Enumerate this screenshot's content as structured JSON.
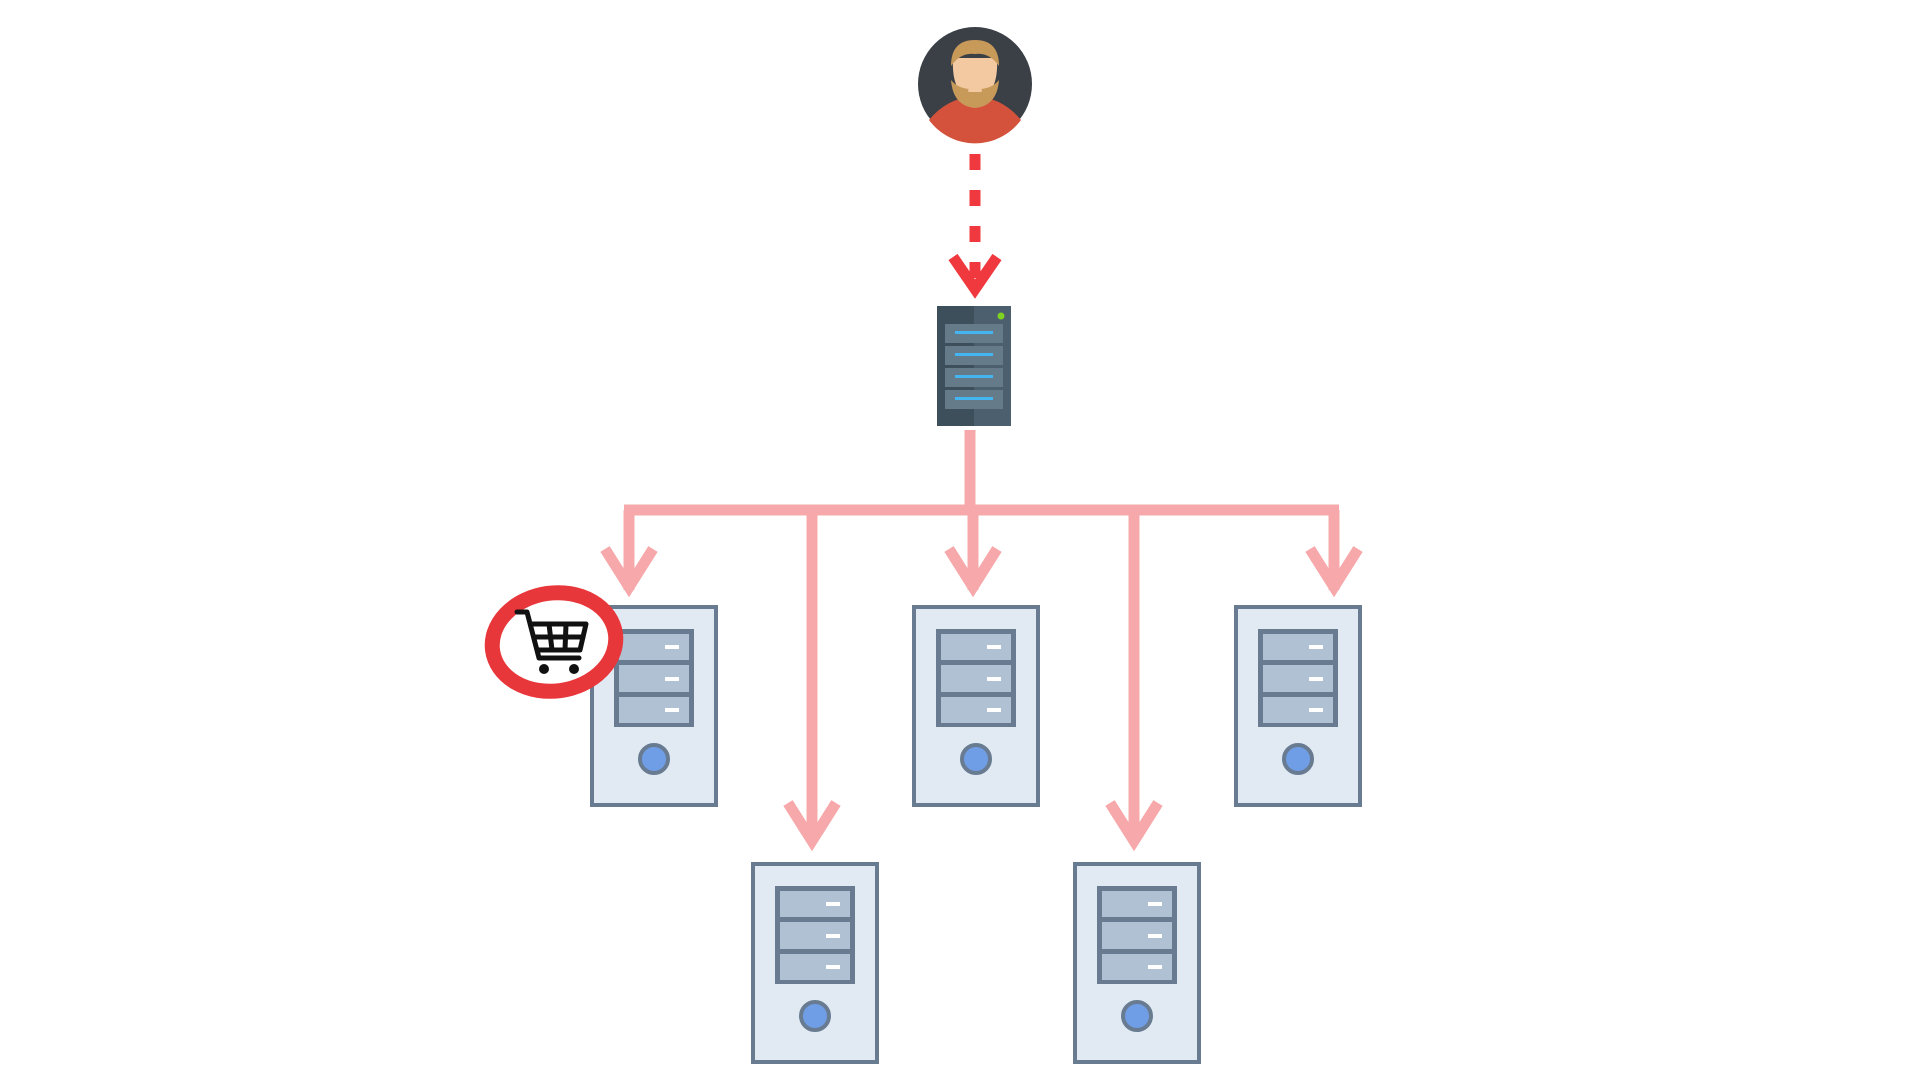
{
  "diagram": {
    "user": {
      "icon": "bearded-user-avatar-icon"
    },
    "load_balancer": {
      "icon": "rack-server-icon"
    },
    "servers": [
      {
        "id": "server-1",
        "icon": "tower-server-icon",
        "highlighted": true,
        "badge_icon": "shopping-cart-icon"
      },
      {
        "id": "server-2",
        "icon": "tower-server-icon",
        "highlighted": false
      },
      {
        "id": "server-3",
        "icon": "tower-server-icon",
        "highlighted": false
      },
      {
        "id": "server-4",
        "icon": "tower-server-icon",
        "highlighted": false
      },
      {
        "id": "server-5",
        "icon": "tower-server-icon",
        "highlighted": false
      }
    ],
    "connections": [
      {
        "from": "user",
        "to": "load-balancer",
        "style": "dashed"
      },
      {
        "from": "load-balancer",
        "to": "server-1",
        "style": "solid"
      },
      {
        "from": "load-balancer",
        "to": "server-2",
        "style": "solid"
      },
      {
        "from": "load-balancer",
        "to": "server-3",
        "style": "solid"
      },
      {
        "from": "load-balancer",
        "to": "server-4",
        "style": "solid"
      },
      {
        "from": "load-balancer",
        "to": "server-5",
        "style": "solid"
      }
    ]
  },
  "colors": {
    "request_arrow": "#f0393e",
    "distribution_arrow": "#f7a8aa",
    "server_outline": "#687b91",
    "server_body": "#e1eaf3",
    "drive_bay": "#b0c1d4",
    "power_button": "#6f9ee6",
    "rack_dark": "#3e4f5c",
    "rack_light": "#4c5f6e",
    "rack_led": "#45b5f2",
    "avatar_bg": "#3b4047",
    "badge_ring": "#e8373b"
  }
}
